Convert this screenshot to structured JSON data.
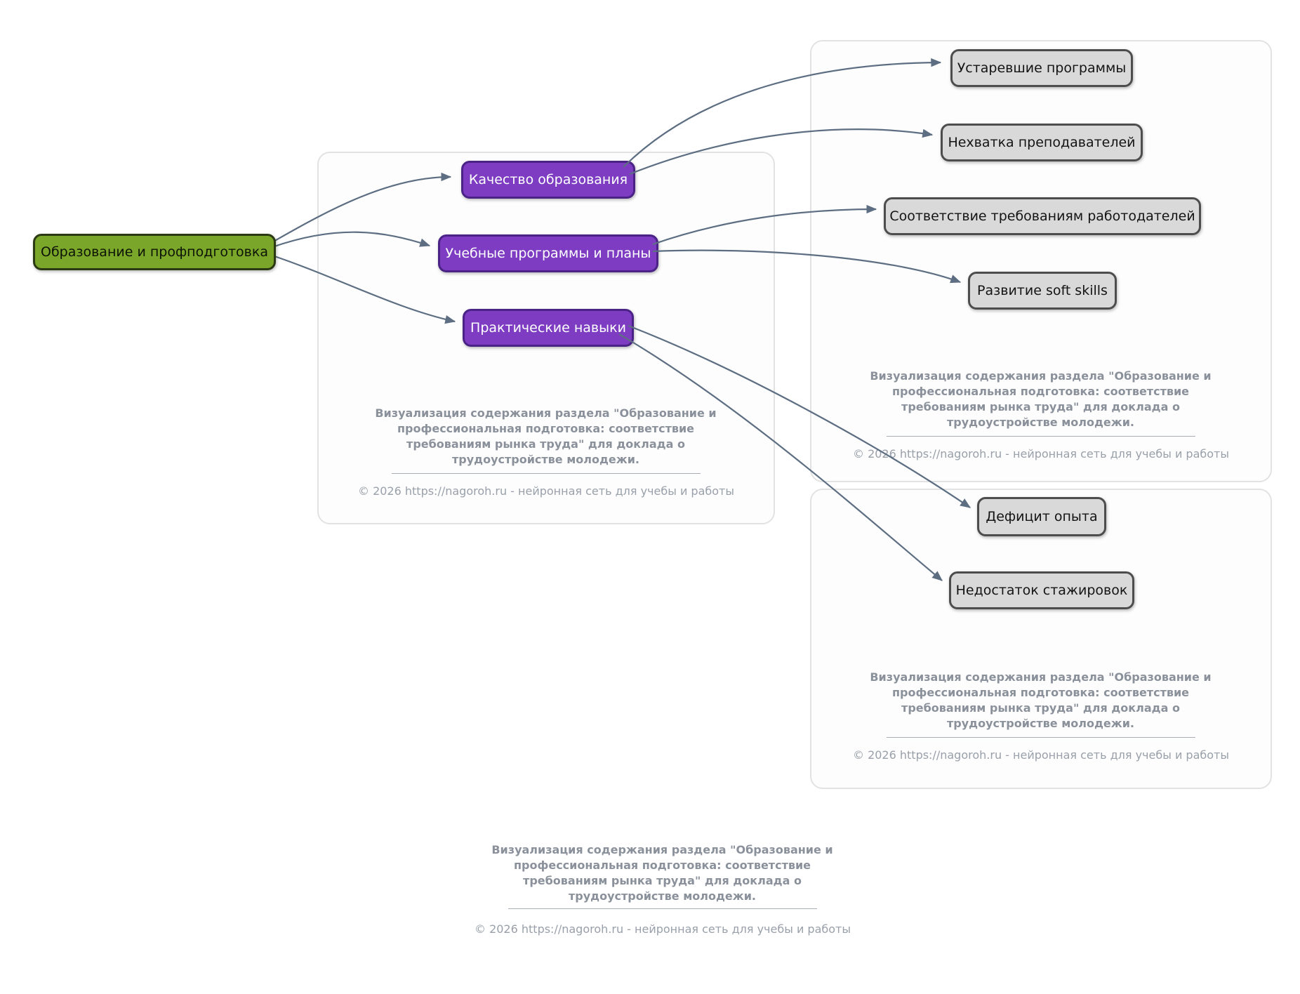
{
  "diagram": {
    "root": "Образование и профподготовка",
    "branches": {
      "quality": "Качество образования",
      "programs": "Учебные программы и планы",
      "skills": "Практические навыки"
    },
    "leaves": {
      "outdated": "Устаревшие программы",
      "teachers": "Нехватка преподавателей",
      "employers": "Соответствие требованиям работодателей",
      "softskills": "Развитие soft skills",
      "experience": "Дефицит опыта",
      "internships": "Недостаток стажировок"
    }
  },
  "watermark": {
    "caption": "Визуализация содержания раздела \"Образование и профессиональная подготовка: соответствие требованиям рынка труда\" для доклада о трудоустройстве молодежи.",
    "copyright": "© 2026 https://nagoroh.ru - нейронная сеть для учебы и работы"
  },
  "colors": {
    "root_bg": "#7aa62a",
    "branch_bg": "#7d3cc2",
    "leaf_bg": "#d9d9d9",
    "edge": "#5d6e82"
  }
}
